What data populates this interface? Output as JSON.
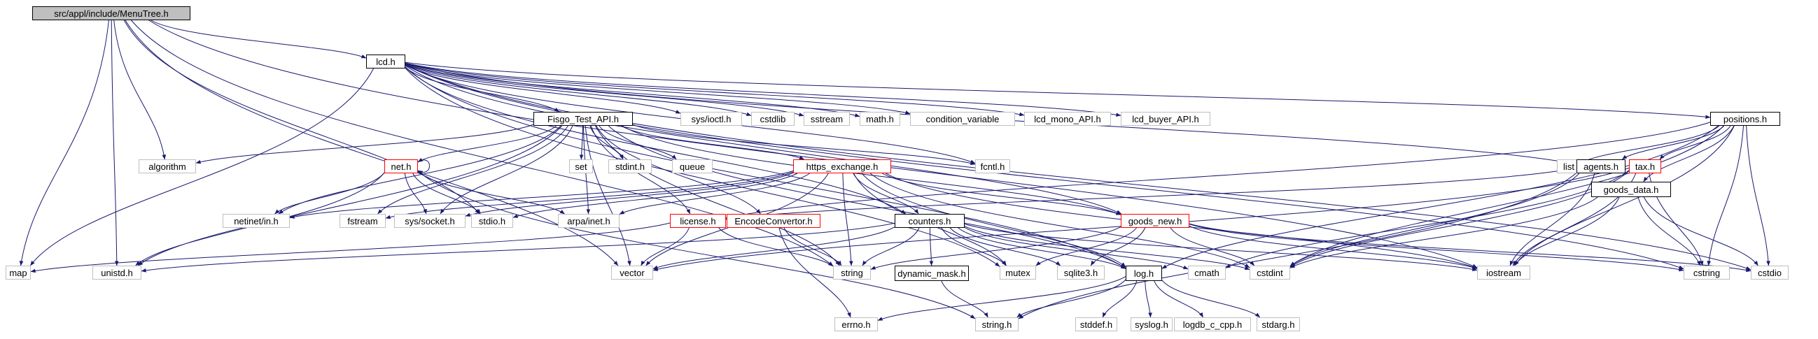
{
  "colors": {
    "edge": "#191970",
    "root_fill": "#bfbfbf",
    "documented_border": "#000000",
    "truncated_border": "#ff0000",
    "system_border": "#bfbfbf"
  },
  "nodes": [
    {
      "id": "MenuTree",
      "label": "src/appl/include/MenuTree.h",
      "kind": "root"
    },
    {
      "id": "lcd",
      "label": "lcd.h",
      "kind": "doc"
    },
    {
      "id": "fisgo",
      "label": "Fisgo_Test_API.h",
      "kind": "doc"
    },
    {
      "id": "sys_ioctl",
      "label": "sys/ioctl.h",
      "kind": "sys"
    },
    {
      "id": "cstdlib",
      "label": "cstdlib",
      "kind": "sys"
    },
    {
      "id": "sstream",
      "label": "sstream",
      "kind": "sys"
    },
    {
      "id": "math",
      "label": "math.h",
      "kind": "sys"
    },
    {
      "id": "condvar",
      "label": "condition_variable",
      "kind": "sys"
    },
    {
      "id": "lcd_mono",
      "label": "lcd_mono_API.h",
      "kind": "sys"
    },
    {
      "id": "lcd_buyer",
      "label": "lcd_buyer_API.h",
      "kind": "sys"
    },
    {
      "id": "positions",
      "label": "positions.h",
      "kind": "doc"
    },
    {
      "id": "algorithm",
      "label": "algorithm",
      "kind": "sys"
    },
    {
      "id": "net",
      "label": "net.h",
      "kind": "trunc"
    },
    {
      "id": "set",
      "label": "set",
      "kind": "sys"
    },
    {
      "id": "stdint",
      "label": "stdint.h",
      "kind": "sys"
    },
    {
      "id": "queue",
      "label": "queue",
      "kind": "sys"
    },
    {
      "id": "https",
      "label": "https_exchange.h",
      "kind": "trunc"
    },
    {
      "id": "fcntl",
      "label": "fcntl.h",
      "kind": "sys"
    },
    {
      "id": "list",
      "label": "list",
      "kind": "sys"
    },
    {
      "id": "agents",
      "label": "agents.h",
      "kind": "doc"
    },
    {
      "id": "tax",
      "label": "tax.h",
      "kind": "trunc"
    },
    {
      "id": "goods_data",
      "label": "goods_data.h",
      "kind": "doc"
    },
    {
      "id": "netinet",
      "label": "netinet/in.h",
      "kind": "sys"
    },
    {
      "id": "fstream",
      "label": "fstream",
      "kind": "sys"
    },
    {
      "id": "socket",
      "label": "sys/socket.h",
      "kind": "sys"
    },
    {
      "id": "stdio_h",
      "label": "stdio.h",
      "kind": "sys"
    },
    {
      "id": "arpa",
      "label": "arpa/inet.h",
      "kind": "sys"
    },
    {
      "id": "license",
      "label": "license.h",
      "kind": "trunc"
    },
    {
      "id": "encode",
      "label": "EncodeConvertor.h",
      "kind": "trunc"
    },
    {
      "id": "counters",
      "label": "counters.h",
      "kind": "doc"
    },
    {
      "id": "goods_new",
      "label": "goods_new.h",
      "kind": "trunc"
    },
    {
      "id": "map",
      "label": "map",
      "kind": "sys"
    },
    {
      "id": "unistd",
      "label": "unistd.h",
      "kind": "sys"
    },
    {
      "id": "vector",
      "label": "vector",
      "kind": "sys"
    },
    {
      "id": "string",
      "label": "string",
      "kind": "sys"
    },
    {
      "id": "dynmask",
      "label": "dynamic_mask.h",
      "kind": "doc"
    },
    {
      "id": "mutex",
      "label": "mutex",
      "kind": "sys"
    },
    {
      "id": "sqlite3",
      "label": "sqlite3.h",
      "kind": "sys"
    },
    {
      "id": "log",
      "label": "log.h",
      "kind": "doc"
    },
    {
      "id": "cmath",
      "label": "cmath",
      "kind": "sys"
    },
    {
      "id": "cstdint",
      "label": "cstdint",
      "kind": "sys"
    },
    {
      "id": "iostream",
      "label": "iostream",
      "kind": "sys"
    },
    {
      "id": "cstring",
      "label": "cstring",
      "kind": "sys"
    },
    {
      "id": "cstdio",
      "label": "cstdio",
      "kind": "sys"
    },
    {
      "id": "errno",
      "label": "errno.h",
      "kind": "sys"
    },
    {
      "id": "string_h",
      "label": "string.h",
      "kind": "sys"
    },
    {
      "id": "stddef",
      "label": "stddef.h",
      "kind": "sys"
    },
    {
      "id": "syslog",
      "label": "syslog.h",
      "kind": "sys"
    },
    {
      "id": "logdb",
      "label": "logdb_c_cpp.h",
      "kind": "sys"
    },
    {
      "id": "stdarg",
      "label": "stdarg.h",
      "kind": "sys"
    }
  ],
  "edges": [
    [
      "MenuTree",
      "lcd"
    ],
    [
      "MenuTree",
      "algorithm"
    ],
    [
      "MenuTree",
      "map"
    ],
    [
      "MenuTree",
      "vector"
    ],
    [
      "MenuTree",
      "string"
    ],
    [
      "MenuTree",
      "stdio_h"
    ],
    [
      "MenuTree",
      "unistd"
    ],
    [
      "MenuTree",
      "iostream"
    ],
    [
      "lcd",
      "fisgo"
    ],
    [
      "lcd",
      "sys_ioctl"
    ],
    [
      "lcd",
      "cstdlib"
    ],
    [
      "lcd",
      "sstream"
    ],
    [
      "lcd",
      "math"
    ],
    [
      "lcd",
      "condvar"
    ],
    [
      "lcd",
      "lcd_mono"
    ],
    [
      "lcd",
      "lcd_buyer"
    ],
    [
      "lcd",
      "positions"
    ],
    [
      "lcd",
      "fcntl"
    ],
    [
      "lcd",
      "counters"
    ],
    [
      "lcd",
      "mutex"
    ],
    [
      "lcd",
      "log"
    ],
    [
      "lcd",
      "cstring"
    ],
    [
      "lcd",
      "cstdio"
    ],
    [
      "lcd",
      "agents"
    ],
    [
      "lcd",
      "map"
    ],
    [
      "lcd",
      "goods_new"
    ],
    [
      "fisgo",
      "algorithm"
    ],
    [
      "fisgo",
      "net"
    ],
    [
      "fisgo",
      "set"
    ],
    [
      "fisgo",
      "stdint"
    ],
    [
      "fisgo",
      "queue"
    ],
    [
      "fisgo",
      "https"
    ],
    [
      "fisgo",
      "fcntl"
    ],
    [
      "fisgo",
      "netinet"
    ],
    [
      "fisgo",
      "fstream"
    ],
    [
      "fisgo",
      "socket"
    ],
    [
      "fisgo",
      "arpa"
    ],
    [
      "fisgo",
      "license"
    ],
    [
      "fisgo",
      "encode"
    ],
    [
      "fisgo",
      "unistd"
    ],
    [
      "fisgo",
      "string"
    ],
    [
      "fisgo",
      "vector"
    ],
    [
      "fisgo",
      "goods_new"
    ],
    [
      "fisgo",
      "log"
    ],
    [
      "positions",
      "list"
    ],
    [
      "positions",
      "agents"
    ],
    [
      "positions",
      "tax"
    ],
    [
      "positions",
      "goods_data"
    ],
    [
      "positions",
      "iostream"
    ],
    [
      "positions",
      "cstring"
    ],
    [
      "positions",
      "cstdio"
    ],
    [
      "positions",
      "license"
    ],
    [
      "positions",
      "cstdint"
    ],
    [
      "positions",
      "log"
    ],
    [
      "net",
      "net"
    ],
    [
      "net",
      "socket"
    ],
    [
      "net",
      "stdio_h"
    ],
    [
      "net",
      "arpa"
    ],
    [
      "net",
      "unistd"
    ],
    [
      "net",
      "string_h"
    ],
    [
      "net",
      "netinet"
    ],
    [
      "https",
      "netinet"
    ],
    [
      "https",
      "socket"
    ],
    [
      "https",
      "stdio_h"
    ],
    [
      "https",
      "arpa"
    ],
    [
      "https",
      "counters"
    ],
    [
      "https",
      "goods_new"
    ],
    [
      "https",
      "string"
    ],
    [
      "https",
      "vector"
    ],
    [
      "https",
      "mutex"
    ],
    [
      "https",
      "log"
    ],
    [
      "https",
      "iostream"
    ],
    [
      "https",
      "cstdint"
    ],
    [
      "https",
      "fstream"
    ],
    [
      "agents",
      "license"
    ],
    [
      "agents",
      "iostream"
    ],
    [
      "agents",
      "cstdint"
    ],
    [
      "agents",
      "string_h"
    ],
    [
      "tax",
      "iostream"
    ],
    [
      "tax",
      "cstring"
    ],
    [
      "tax",
      "cmath"
    ],
    [
      "tax",
      "cstdint"
    ],
    [
      "tax",
      "vector"
    ],
    [
      "goods_data",
      "iostream"
    ],
    [
      "goods_data",
      "cstring"
    ],
    [
      "goods_data",
      "cstdio"
    ],
    [
      "goods_data",
      "cstdint"
    ],
    [
      "license",
      "vector"
    ],
    [
      "license",
      "string"
    ],
    [
      "license",
      "map"
    ],
    [
      "encode",
      "string"
    ],
    [
      "encode",
      "errno"
    ],
    [
      "counters",
      "string"
    ],
    [
      "counters",
      "vector"
    ],
    [
      "counters",
      "dynmask"
    ],
    [
      "counters",
      "mutex"
    ],
    [
      "counters",
      "sqlite3"
    ],
    [
      "counters",
      "log"
    ],
    [
      "counters",
      "cmath"
    ],
    [
      "counters",
      "cstdint"
    ],
    [
      "counters",
      "iostream"
    ],
    [
      "counters",
      "unistd"
    ],
    [
      "goods_new",
      "string"
    ],
    [
      "goods_new",
      "mutex"
    ],
    [
      "goods_new",
      "sqlite3"
    ],
    [
      "goods_new",
      "cstdint"
    ],
    [
      "goods_new",
      "iostream"
    ],
    [
      "goods_new",
      "cstring"
    ],
    [
      "goods_new",
      "cstdio"
    ],
    [
      "dynmask",
      "string_h"
    ],
    [
      "log",
      "errno"
    ],
    [
      "log",
      "string_h"
    ],
    [
      "log",
      "stddef"
    ],
    [
      "log",
      "syslog"
    ],
    [
      "log",
      "logdb"
    ],
    [
      "log",
      "stdarg"
    ]
  ]
}
